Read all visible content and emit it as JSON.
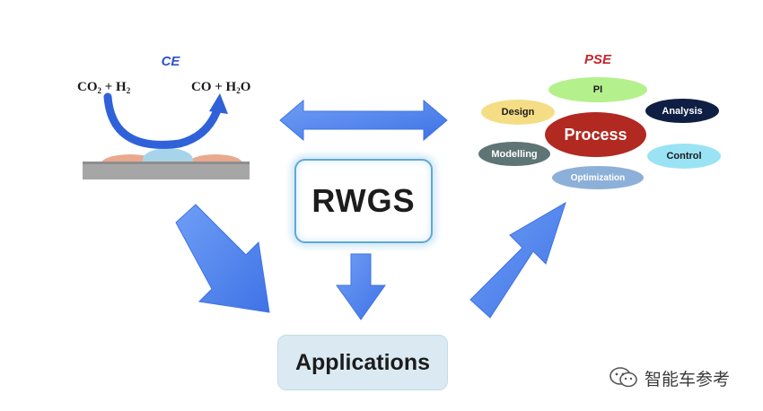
{
  "ce": {
    "title": "CE",
    "reactants": {
      "a": "CO",
      "a_sub": "2",
      "plus": " + H",
      "b_sub": "2"
    },
    "products": {
      "text": "CO + H",
      "sub": "2",
      "tail": "O"
    }
  },
  "pse": {
    "title": "PSE",
    "items": [
      {
        "id": "pi",
        "label": "PI",
        "color": "#b4f08c"
      },
      {
        "id": "design",
        "label": "Design",
        "color": "#f5dd86"
      },
      {
        "id": "analysis",
        "label": "Analysis",
        "color": "#0f1f44"
      },
      {
        "id": "process",
        "label": "Process",
        "color": "#b12921"
      },
      {
        "id": "modelling",
        "label": "Modelling",
        "color": "#5e7475"
      },
      {
        "id": "control",
        "label": "Control",
        "color": "#9ae3f4"
      },
      {
        "id": "optimization",
        "label": "Optimization",
        "color": "#8db0d8"
      }
    ]
  },
  "center": {
    "label": "RWGS"
  },
  "bottom": {
    "label": "Applications"
  },
  "watermark": {
    "text": "智能车参考"
  },
  "colors": {
    "arrow": "#4f86f0",
    "ce_arc": "#2f61d9",
    "box_border": "#5fa9d3"
  }
}
